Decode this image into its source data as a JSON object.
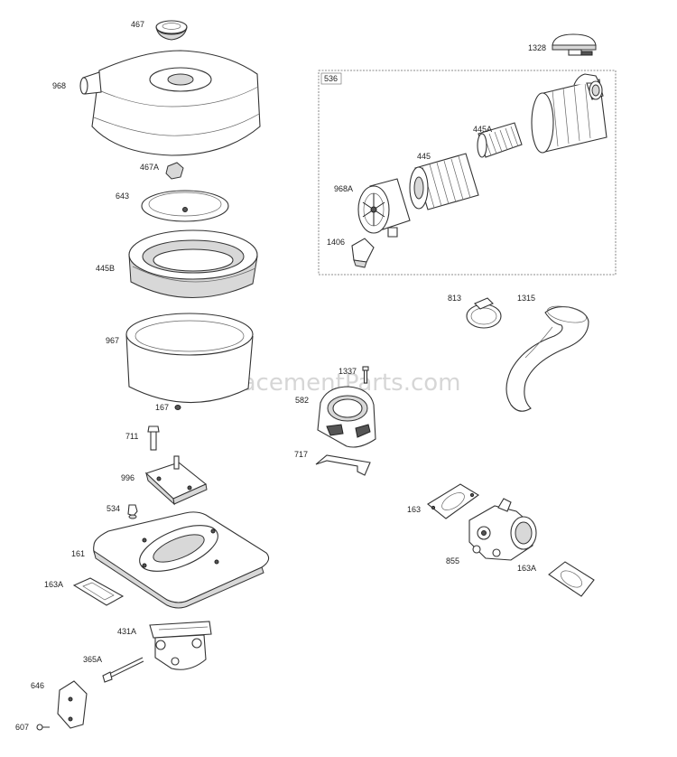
{
  "watermark": "eReplacementParts.com",
  "labels": {
    "p467": "467",
    "p968": "968",
    "p467A": "467A",
    "p643": "643",
    "p445B": "445B",
    "p967": "967",
    "p167": "167",
    "p711": "711",
    "p996": "996",
    "p534": "534",
    "p161": "161",
    "p163A_left": "163A",
    "p431A": "431A",
    "p365A": "365A",
    "p646": "646",
    "p607": "607",
    "p1328": "1328",
    "p536": "536",
    "p445A": "445A",
    "p445": "445",
    "p968A": "968A",
    "p1406": "1406",
    "p813": "813",
    "p1315": "1315",
    "p1337": "1337",
    "p582": "582",
    "p717": "717",
    "p163": "163",
    "p855": "855",
    "p163A_right": "163A"
  }
}
